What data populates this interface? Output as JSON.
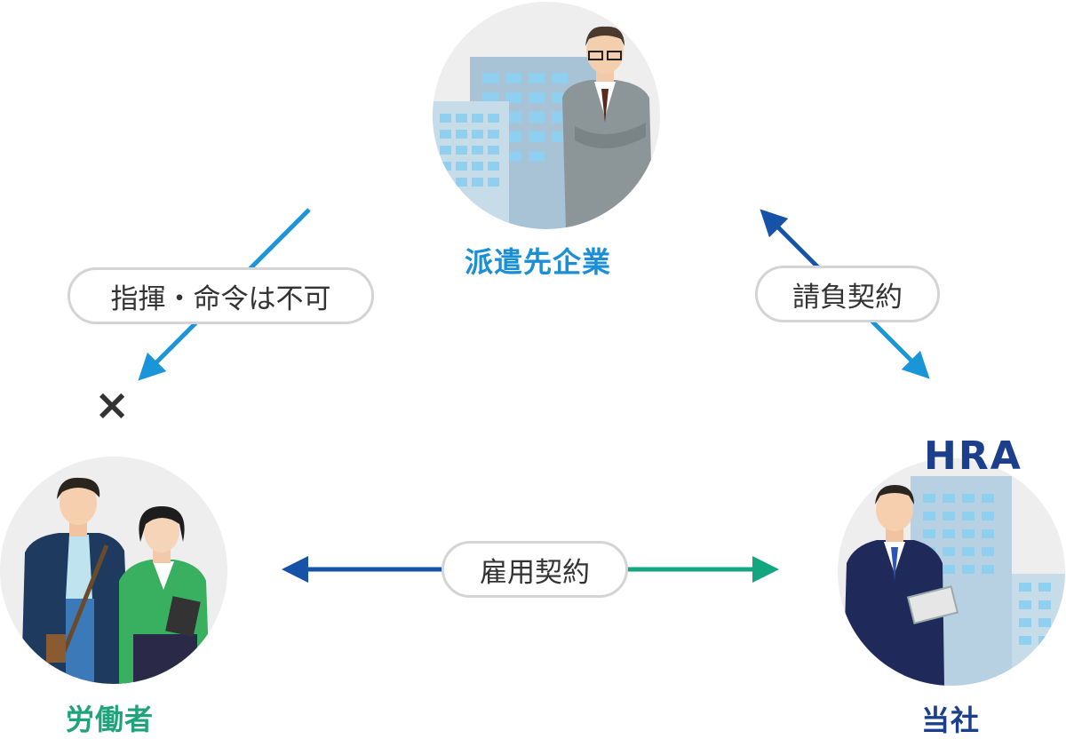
{
  "nodes": {
    "client": {
      "label": "派遣先企業",
      "color": "#1a8fd6"
    },
    "worker": {
      "label": "労働者",
      "color": "#1fa37a"
    },
    "company": {
      "label": "当社",
      "color": "#1c3f8c",
      "sign": "HRA"
    }
  },
  "relations": {
    "command": {
      "label": "指揮・命令は不可",
      "mark": "×"
    },
    "contract": {
      "label": "請負契約"
    },
    "employment": {
      "label": "雇用契約"
    }
  },
  "colors": {
    "light_blue": "#1a96d8",
    "dark_blue": "#1552a8",
    "green": "#13a67f",
    "pill_border": "#d4d4d4"
  }
}
